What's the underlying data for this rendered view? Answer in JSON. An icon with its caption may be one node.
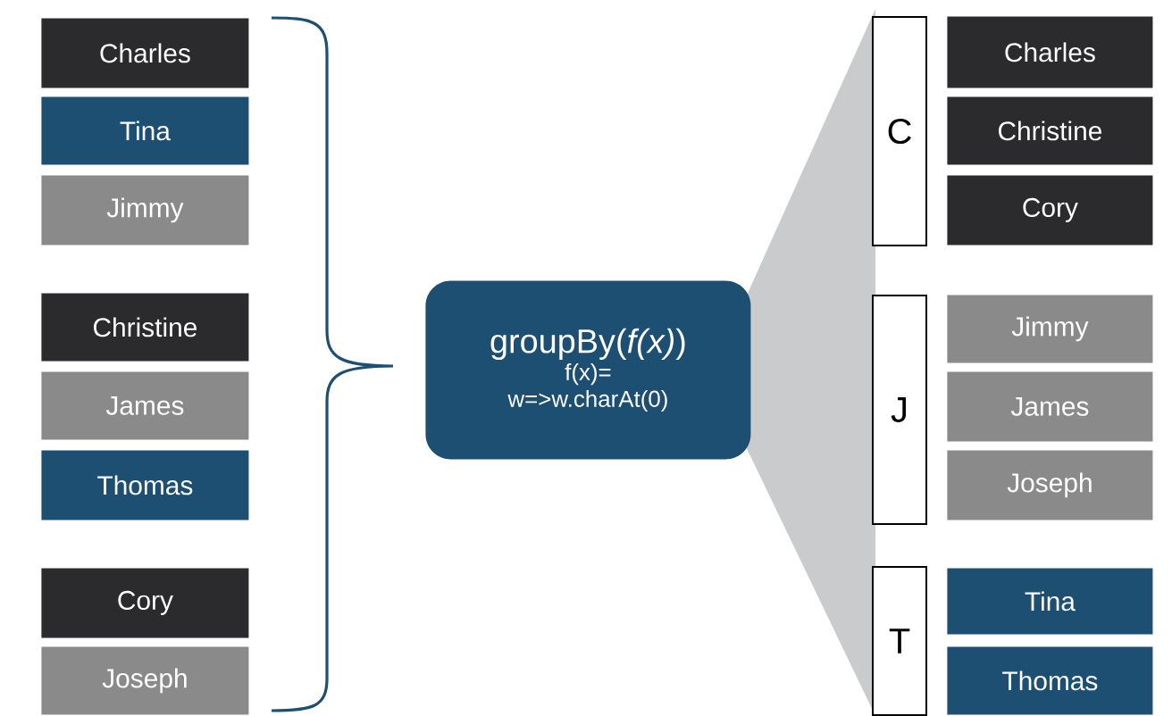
{
  "diagram": {
    "nodes": [
      {
        "text": [
          "Charles"
        ]
      },
      {
        "text": [
          "Tina"
        ]
      },
      {
        "text": [
          "Jimmy"
        ]
      },
      {
        "text": [
          "Christine"
        ]
      },
      {
        "text": [
          "James"
        ]
      },
      {
        "text": [
          "Thomas"
        ]
      },
      {
        "text": [
          "Cory"
        ]
      },
      {
        "text": [
          "Joseph"
        ]
      },
      {
        "text": [
          "groupBy(*f(x)*)",
          "f(x)= w=>w.charAt(0)"
        ]
      },
      {
        "text": [
          "C"
        ]
      },
      {
        "text": [
          "Charles"
        ]
      },
      {
        "text": [
          "Christine"
        ]
      },
      {
        "text": [
          "Cory"
        ]
      },
      {
        "text": [
          "J"
        ]
      },
      {
        "text": [
          "Jimmy"
        ]
      },
      {
        "text": [
          "James"
        ]
      },
      {
        "text": [
          "Joseph"
        ]
      },
      {
        "text": [
          "T"
        ]
      },
      {
        "text": [
          "Tina"
        ]
      },
      {
        "text": [
          "Thomas"
        ]
      }
    ]
  }
}
